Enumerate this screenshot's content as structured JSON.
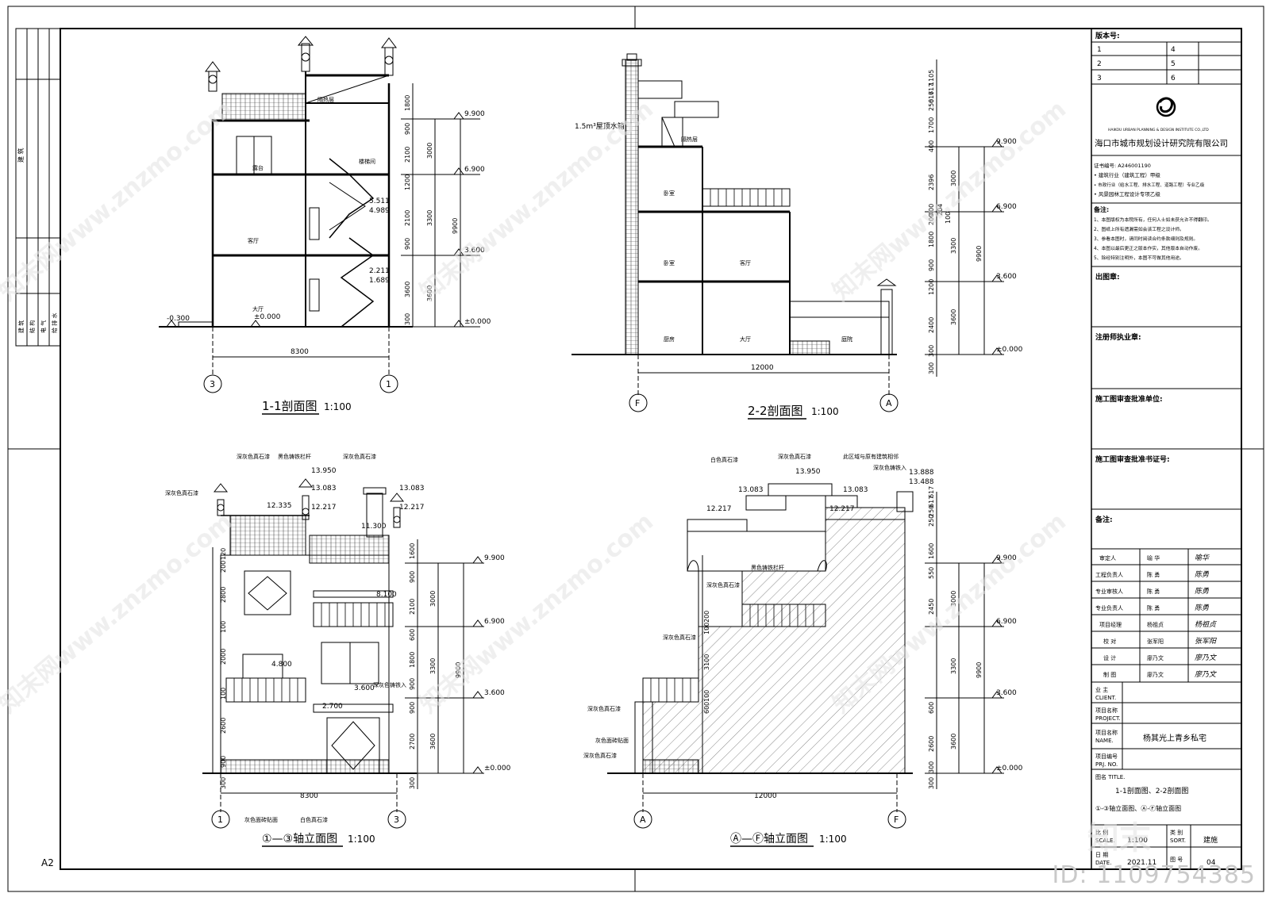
{
  "sheet": {
    "size_label": "A2",
    "left_strip": {
      "top_label": "建 筑",
      "rows": [
        "建 筑",
        "结 构",
        "电 气",
        "给 排 水"
      ]
    }
  },
  "drawings": {
    "section_1_1": {
      "title": "1-1剖面图",
      "scale": "1:100",
      "span": "8300",
      "axis_left": "3",
      "axis_right": "1",
      "rooms": [
        "隔热层",
        "露台",
        "楼梯间",
        "客厅",
        "大厅"
      ],
      "levels": [
        "9.900",
        "6.900",
        "3.600",
        "±0.000",
        "-0.300",
        "±0.000"
      ],
      "stair_marks": [
        "5.511",
        "4.989",
        "2.211",
        "1.689"
      ],
      "dims": [
        "1800",
        "900",
        "2100",
        "1200",
        "2100",
        "900",
        "3600",
        "300",
        "3000",
        "3300",
        "3600",
        "9900"
      ]
    },
    "section_2_2": {
      "title": "2-2剖面图",
      "scale": "1:100",
      "span": "12000",
      "axis_left": "F",
      "axis_right": "A",
      "tank_note": "1.5m³屋顶水箱",
      "rooms": [
        "隔热层",
        "卧室",
        "卧室",
        "客厅",
        "厨房",
        "大厅",
        "庭院"
      ],
      "levels": [
        "9.900",
        "6.900",
        "3.600",
        "±0.000"
      ],
      "dims": [
        "1105",
        "617",
        "617",
        "250",
        "1700",
        "400",
        "2396",
        "100",
        "400",
        "200",
        "204",
        "1800",
        "900",
        "1200",
        "2400",
        "300",
        "300",
        "3000",
        "3300",
        "3600",
        "9900"
      ]
    },
    "elev_1_3": {
      "title": "①—③轴立面图",
      "scale": "1:100",
      "span": "8300",
      "axis_left": "1",
      "axis_right": "3",
      "notes": [
        "深灰色真石漆",
        "黑色铸铁栏杆",
        "深灰色真石漆",
        "深灰色真石漆",
        "深灰色铸铁入",
        "灰色面砖贴面",
        "白色真石漆"
      ],
      "marks": [
        "13.950",
        "13.083",
        "12.217",
        "13.083",
        "12.217",
        "12.335",
        "11.300",
        "8.100",
        "4.800",
        "3.600",
        "2.700"
      ],
      "levels": [
        "9.900",
        "6.900",
        "3.600",
        "±0.000"
      ],
      "dims": [
        "1600",
        "900",
        "2100",
        "600",
        "1800",
        "900",
        "900",
        "2700",
        "300",
        "3000",
        "3300",
        "3600",
        "9900",
        "120",
        "200",
        "2800",
        "100",
        "2000",
        "100",
        "2600",
        "900",
        "300"
      ]
    },
    "elev_a_f": {
      "title": "Ⓐ—Ⓕ轴立面图",
      "scale": "1:100",
      "span": "12000",
      "axis_left": "A",
      "axis_right": "F",
      "notes": [
        "白色真石漆",
        "深灰色真石漆",
        "此区域与原有建筑相邻",
        "深灰色铸铁入",
        "黑色铸铁栏杆",
        "深灰色真石漆",
        "深灰色真石漆",
        "深灰色真石漆",
        "深灰色真石漆",
        "灰色面砖贴面"
      ],
      "marks": [
        "13.950",
        "13.083",
        "13.083",
        "12.217",
        "12.217",
        "13.888",
        "13.488"
      ],
      "levels": [
        "9.900",
        "6.900",
        "3.600",
        "±0.000"
      ],
      "dims": [
        "1600",
        "550",
        "2450",
        "300",
        "3000",
        "3300",
        "3600",
        "9900",
        "600",
        "2600",
        "300",
        "617",
        "617",
        "250",
        "250",
        "200",
        "100",
        "3100",
        "100",
        "600"
      ]
    }
  },
  "title_block": {
    "version_label": "版本号:",
    "versions": [
      "1",
      "4",
      "2",
      "5",
      "3",
      "6"
    ],
    "institute_en": "HAIKOU URBAN PLANNING & DESIGN INSTITUTE CO.,LTD",
    "institute_cn": "海口市城市规划设计研究院有限公司",
    "cert_lines": [
      "证书编号: A246001190",
      "• 建筑行业（建筑工程）甲级",
      "• 市政行业（给水工程、排水工程、道路工程）专业乙级",
      "• 风景园林工程设计专项乙级"
    ],
    "notes_label": "备注:",
    "notes": [
      "1、本图版权为本院所有，任何人士如未获允许不得翻印。",
      "2、图纸上所有遗漏需如会该工程之设计师。",
      "3、参看本图时，请同时阅读合约条款细则及规则。",
      "4、本图以最后更正之版本作实，其他版本自动作废。",
      "5、除经特别注明外，本图不可做其他用途。"
    ],
    "stamp_label": "出图章:",
    "engineer_label": "注册师执业章:",
    "review_unit_label": "施工图审查批准单位:",
    "review_cert_label": "施工图审查批准书证号:",
    "remark_label": "备注:",
    "staff": [
      {
        "role": "审定人",
        "name": "喻 华",
        "sign": "喻华"
      },
      {
        "role": "工程负责人",
        "name": "陈 勇",
        "sign": "陈勇"
      },
      {
        "role": "专业审核人",
        "name": "陈 勇",
        "sign": "陈勇"
      },
      {
        "role": "专业负责人",
        "name": "陈 勇",
        "sign": "陈勇"
      },
      {
        "role": "项目经理",
        "name": "杨祖贞",
        "sign": "杨祖贞"
      },
      {
        "role": "校 对",
        "name": "张军阳",
        "sign": "张军阳"
      },
      {
        "role": "设 计",
        "name": "廖乃文",
        "sign": "廖乃文"
      },
      {
        "role": "制 图",
        "name": "廖乃文",
        "sign": "廖乃文"
      }
    ],
    "client_label": "业 主",
    "client_en": "CLIENT.",
    "project_label": "项目名称",
    "project_en": "PROJECT.",
    "name_label": "项目名称",
    "name_en": "NAME.",
    "name_value": "杨其光上青乡私宅",
    "prj_no_label": "项目编号",
    "prj_no_en": "PRJ. NO.",
    "title_label": "图名 TITLE.",
    "title_line1": "1-1剖面图、2-2剖面图",
    "title_line2": "①-③轴立面图、Ⓐ-Ⓕ轴立面图",
    "scale_label": "比 例",
    "scale_en": "SCALE.",
    "scale_value": "1:100",
    "sort_label": "类 别",
    "sort_en": "SORT.",
    "sort_value": "建施",
    "date_label": "日 期",
    "date_en": "DATE.",
    "date_value": "2021.11",
    "no_label": "图 号",
    "no_value": "04"
  },
  "watermark": {
    "text": "知末网www.znzmo.com",
    "id_text": "ID: 1109754385",
    "brand": "知末"
  }
}
